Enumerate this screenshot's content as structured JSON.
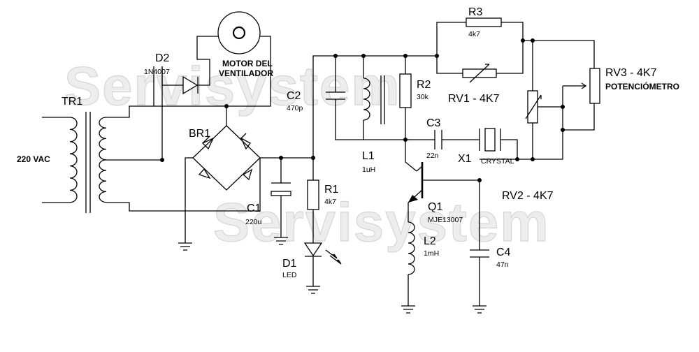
{
  "watermark": "Servisystem",
  "labels": {
    "supply": "220 VAC",
    "tr1": "TR1",
    "d2": "D2",
    "d2_value": "1N4007",
    "motor_line1": "MOTOR DEL",
    "motor_line2": "VENTILADOR",
    "br1": "BR1",
    "c1": "C1",
    "c1_value": "220u",
    "c2": "C2",
    "c2_value": "470p",
    "r1": "R1",
    "r1_value": "4k7",
    "d1": "D1",
    "d1_value": "LED",
    "l1": "L1",
    "l1_value": "1uH",
    "r2": "R2",
    "r2_value": "30k",
    "r3": "R3",
    "r3_value": "4k7",
    "rv1": "RV1 - 4K7",
    "rv2": "RV2 - 4K7",
    "rv3": "RV3 - 4K7",
    "rv3_sub": "POTENCIÓMETRO",
    "c3": "C3",
    "c3_value": "22n",
    "x1": "X1",
    "x1_value": "CRYSTAL",
    "q1": "Q1",
    "q1_value": "MJE13007",
    "l2": "L2",
    "l2_value": "1mH",
    "c4": "C4",
    "c4_value": "47n"
  }
}
